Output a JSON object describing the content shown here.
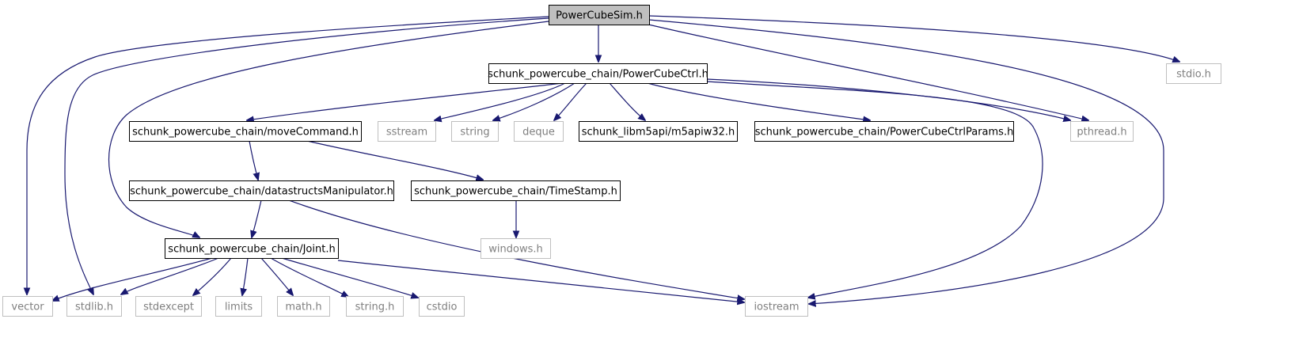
{
  "title": "PowerCubeSim.h",
  "colors": {
    "edge": "#191970",
    "root_fill": "#bfbfbf",
    "documented_border": "#000000",
    "external_border": "#bfbfbf",
    "documented_text": "#000000",
    "external_text": "#7f7f7f"
  },
  "nodes": [
    {
      "id": "root",
      "label": "PowerCubeSim.h",
      "kind": "root"
    },
    {
      "id": "ctrl",
      "label": "schunk_powercube_chain/PowerCubeCtrl.h",
      "kind": "documented"
    },
    {
      "id": "stdio",
      "label": "stdio.h",
      "kind": "external"
    },
    {
      "id": "move",
      "label": "schunk_powercube_chain/moveCommand.h",
      "kind": "documented"
    },
    {
      "id": "sstream",
      "label": "sstream",
      "kind": "external"
    },
    {
      "id": "string",
      "label": "string",
      "kind": "external"
    },
    {
      "id": "deque",
      "label": "deque",
      "kind": "external"
    },
    {
      "id": "m5api",
      "label": "schunk_libm5api/m5apiw32.h",
      "kind": "documented"
    },
    {
      "id": "params",
      "label": "schunk_powercube_chain/PowerCubeCtrlParams.h",
      "kind": "documented"
    },
    {
      "id": "pthread",
      "label": "pthread.h",
      "kind": "external"
    },
    {
      "id": "dsm",
      "label": "schunk_powercube_chain/datastructsManipulator.h",
      "kind": "documented"
    },
    {
      "id": "ts",
      "label": "schunk_powercube_chain/TimeStamp.h",
      "kind": "documented"
    },
    {
      "id": "windows",
      "label": "windows.h",
      "kind": "external"
    },
    {
      "id": "joint",
      "label": "schunk_powercube_chain/Joint.h",
      "kind": "documented"
    },
    {
      "id": "vector",
      "label": "vector",
      "kind": "external"
    },
    {
      "id": "stdlib",
      "label": "stdlib.h",
      "kind": "external"
    },
    {
      "id": "stdexcept",
      "label": "stdexcept",
      "kind": "external"
    },
    {
      "id": "limits",
      "label": "limits",
      "kind": "external"
    },
    {
      "id": "math",
      "label": "math.h",
      "kind": "external"
    },
    {
      "id": "stringh",
      "label": "string.h",
      "kind": "external"
    },
    {
      "id": "cstdio",
      "label": "cstdio",
      "kind": "external"
    },
    {
      "id": "iostream",
      "label": "iostream",
      "kind": "external"
    }
  ],
  "edges": [
    {
      "from": "root",
      "to": "ctrl"
    },
    {
      "from": "root",
      "to": "stdio"
    },
    {
      "from": "root",
      "to": "pthread"
    },
    {
      "from": "root",
      "to": "iostream"
    },
    {
      "from": "root",
      "to": "vector"
    },
    {
      "from": "root",
      "to": "stdlib"
    },
    {
      "from": "root",
      "to": "joint"
    },
    {
      "from": "ctrl",
      "to": "move"
    },
    {
      "from": "ctrl",
      "to": "sstream"
    },
    {
      "from": "ctrl",
      "to": "string"
    },
    {
      "from": "ctrl",
      "to": "deque"
    },
    {
      "from": "ctrl",
      "to": "m5api"
    },
    {
      "from": "ctrl",
      "to": "params"
    },
    {
      "from": "ctrl",
      "to": "pthread"
    },
    {
      "from": "ctrl",
      "to": "iostream"
    },
    {
      "from": "move",
      "to": "dsm"
    },
    {
      "from": "move",
      "to": "ts"
    },
    {
      "from": "dsm",
      "to": "joint"
    },
    {
      "from": "dsm",
      "to": "iostream"
    },
    {
      "from": "ts",
      "to": "windows"
    },
    {
      "from": "joint",
      "to": "vector"
    },
    {
      "from": "joint",
      "to": "stdlib"
    },
    {
      "from": "joint",
      "to": "stdexcept"
    },
    {
      "from": "joint",
      "to": "limits"
    },
    {
      "from": "joint",
      "to": "math"
    },
    {
      "from": "joint",
      "to": "stringh"
    },
    {
      "from": "joint",
      "to": "cstdio"
    },
    {
      "from": "joint",
      "to": "iostream"
    }
  ]
}
